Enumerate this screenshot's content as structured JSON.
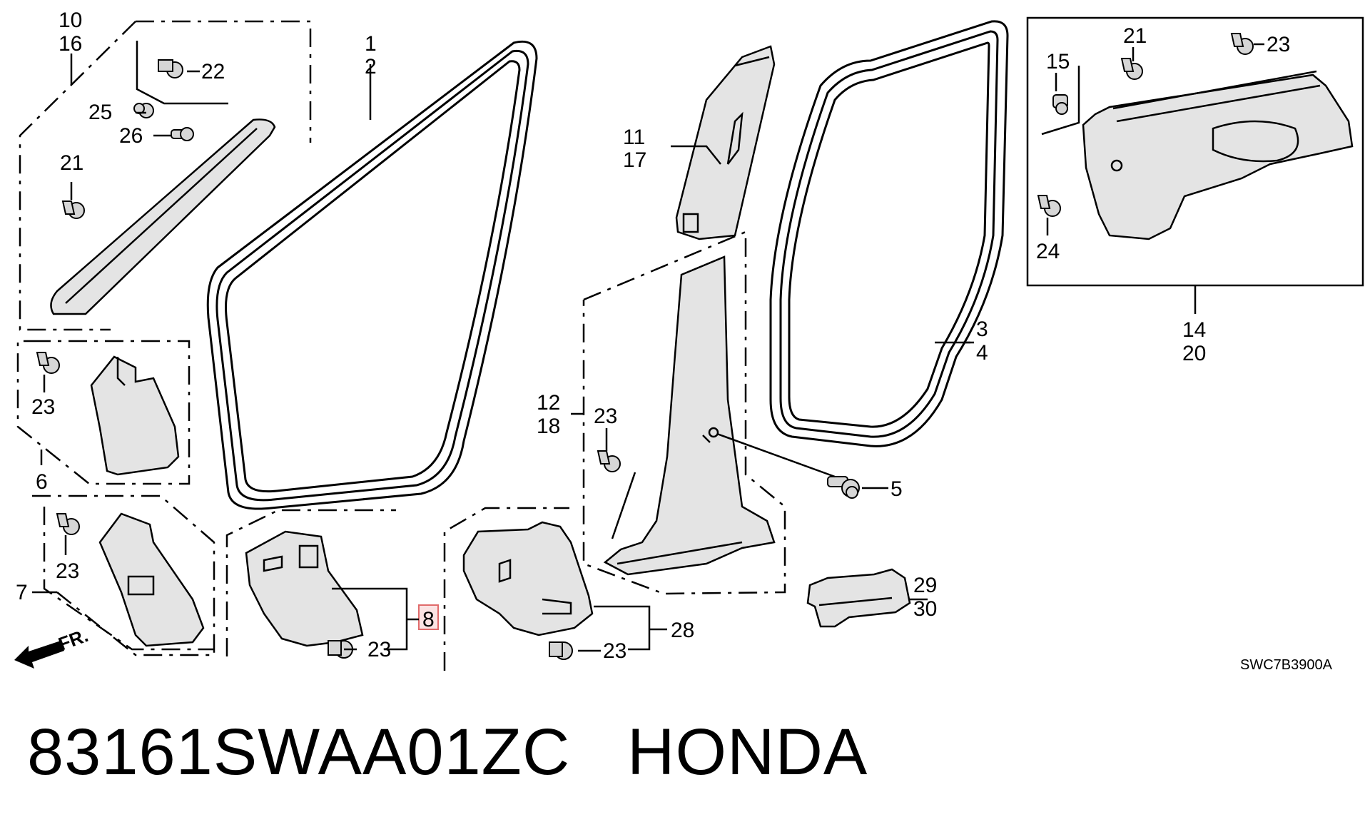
{
  "diagram": {
    "code": "SWC7B3900A",
    "direction_label": "FR.",
    "callouts": {
      "c10": "10",
      "c16": "16",
      "c22": "22",
      "c25": "25",
      "c26": "26",
      "c21a": "21",
      "c1": "1",
      "c2": "2",
      "c23a": "23",
      "c6": "6",
      "c23b": "23",
      "c7": "7",
      "c8": "8",
      "c23c": "23",
      "c28": "28",
      "c23d": "23",
      "c11": "11",
      "c17": "17",
      "c12": "12",
      "c18": "18",
      "c23e": "23",
      "c3": "3",
      "c4": "4",
      "c5": "5",
      "c29": "29",
      "c30": "30",
      "c15": "15",
      "c21b": "21",
      "c23f": "23",
      "c24": "24",
      "c14": "14",
      "c20": "20"
    },
    "highlighted_callout": "8",
    "highlight_color": "#e06b6b"
  },
  "caption": {
    "part_number": "83161SWAA01ZC",
    "brand": "HONDA"
  }
}
